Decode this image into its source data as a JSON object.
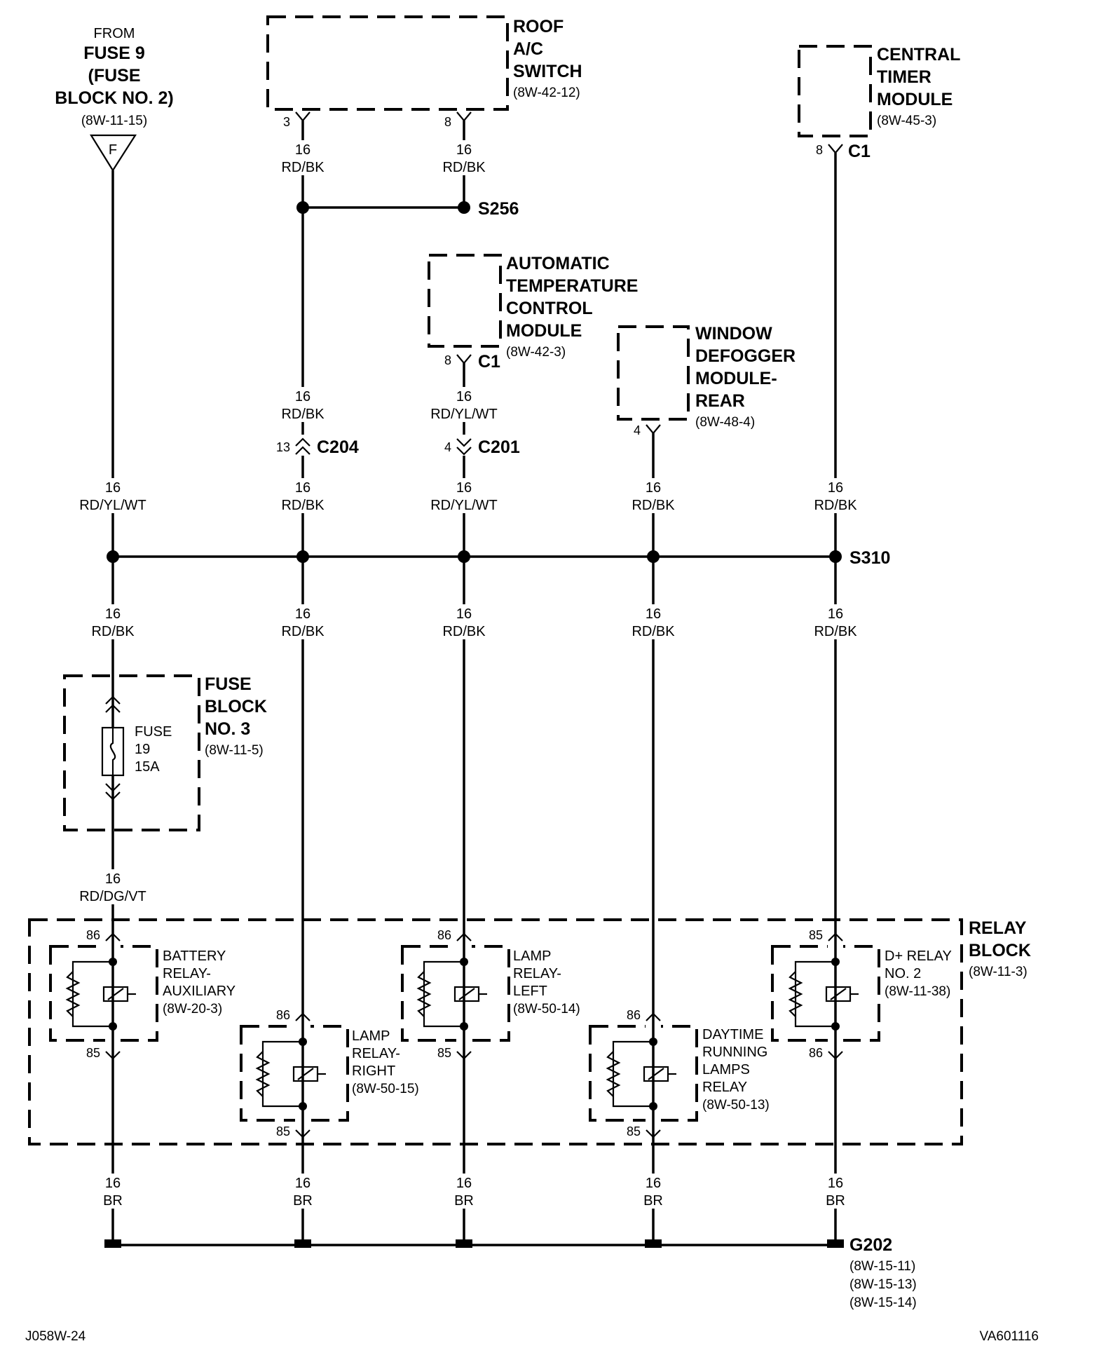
{
  "fuse9": {
    "from": "FROM",
    "l1": "FUSE 9",
    "l2": "(FUSE",
    "l3": "BLOCK NO. 2)",
    "ref": "(8W-11-15)",
    "tri": "F"
  },
  "roof_ac": {
    "l1": "ROOF",
    "l2": "A/C",
    "l3": "SWITCH",
    "ref": "(8W-42-12)",
    "pin_a": "3",
    "pin_b": "8"
  },
  "ctm": {
    "l1": "CENTRAL",
    "l2": "TIMER",
    "l3": "MODULE",
    "ref": "(8W-45-3)",
    "pin": "8",
    "conn": "C1"
  },
  "atc": {
    "l1": "AUTOMATIC",
    "l2": "TEMPERATURE",
    "l3": "CONTROL",
    "l4": "MODULE",
    "ref": "(8W-42-3)",
    "pin": "8",
    "conn": "C1"
  },
  "wdm": {
    "l1": "WINDOW",
    "l2": "DEFOGGER",
    "l3": "MODULE-",
    "l4": "REAR",
    "ref": "(8W-48-4)",
    "pin": "4"
  },
  "splices": {
    "s256": "S256",
    "s310": "S310"
  },
  "connectors": {
    "c204": "C204",
    "c204_pin": "13",
    "c201": "C201",
    "c201_pin": "4"
  },
  "wires": {
    "ac3": [
      "16",
      "RD/BK"
    ],
    "ac8": [
      "16",
      "RD/BK"
    ],
    "c204_top": [
      "16",
      "RD/BK"
    ],
    "c201_top": [
      "16",
      "RD/YL/WT"
    ],
    "top_col1": [
      "16",
      "RD/YL/WT"
    ],
    "top_col2": [
      "16",
      "RD/BK"
    ],
    "top_col3": [
      "16",
      "RD/YL/WT"
    ],
    "top_col4": [
      "16",
      "RD/BK"
    ],
    "top_col5": [
      "16",
      "RD/BK"
    ],
    "bot_col1": [
      "16",
      "RD/BK"
    ],
    "bot_col2": [
      "16",
      "RD/BK"
    ],
    "bot_col3": [
      "16",
      "RD/BK"
    ],
    "bot_col4": [
      "16",
      "RD/BK"
    ],
    "bot_col5": [
      "16",
      "RD/BK"
    ],
    "fuse_out": [
      "16",
      "RD/DG/VT"
    ],
    "gnd1": [
      "16",
      "BR"
    ],
    "gnd2": [
      "16",
      "BR"
    ],
    "gnd3": [
      "16",
      "BR"
    ],
    "gnd4": [
      "16",
      "BR"
    ],
    "gnd5": [
      "16",
      "BR"
    ]
  },
  "fuse_block3": {
    "l1": "FUSE",
    "l2": "BLOCK",
    "l3": "NO. 3",
    "ref": "(8W-11-5)",
    "fuse_l1": "FUSE",
    "fuse_l2": "19",
    "fuse_l3": "15A"
  },
  "relay_block": {
    "l1": "RELAY",
    "l2": "BLOCK",
    "ref": "(8W-11-3)"
  },
  "relays": {
    "battery": {
      "l1": "BATTERY",
      "l2": "RELAY-",
      "l3": "AUXILIARY",
      "ref": "(8W-20-3)",
      "pin_top": "86",
      "pin_bot": "85"
    },
    "lamp_right": {
      "l1": "LAMP",
      "l2": "RELAY-",
      "l3": "RIGHT",
      "ref": "(8W-50-15)",
      "pin_top": "86",
      "pin_bot": "85"
    },
    "lamp_left": {
      "l1": "LAMP",
      "l2": "RELAY-",
      "l3": "LEFT",
      "ref": "(8W-50-14)",
      "pin_top": "86",
      "pin_bot": "85"
    },
    "drl": {
      "l1": "DAYTIME",
      "l2": "RUNNING",
      "l3": "LAMPS",
      "l4": "RELAY",
      "ref": "(8W-50-13)",
      "pin_top": "86",
      "pin_bot": "85"
    },
    "dplus": {
      "l1": "D+ RELAY",
      "l2": "NO. 2",
      "ref": "(8W-11-38)",
      "pin_top": "85",
      "pin_bot": "86"
    }
  },
  "ground": {
    "name": "G202",
    "ref1": "(8W-15-11)",
    "ref2": "(8W-15-13)",
    "ref3": "(8W-15-14)"
  },
  "footer": {
    "left": "J058W-24",
    "right": "VA601116"
  }
}
